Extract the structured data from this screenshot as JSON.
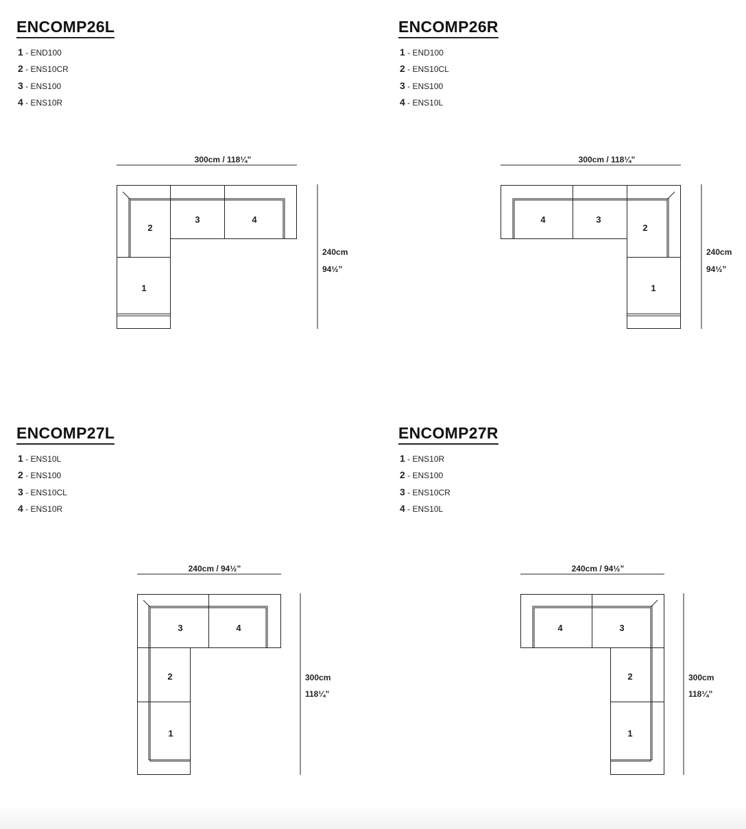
{
  "sections": [
    {
      "code": "ENCOMP26L",
      "items": [
        {
          "num": "1",
          "code": "END100"
        },
        {
          "num": "2",
          "code": "ENS10CR"
        },
        {
          "num": "3",
          "code": "ENS100"
        },
        {
          "num": "4",
          "code": "ENS10R"
        }
      ],
      "width_dim": "300cm / 118¼”",
      "depth_dim_cm": "240cm",
      "depth_dim_in": "94½”",
      "module_labels": [
        "1",
        "2",
        "3",
        "4"
      ]
    },
    {
      "code": "ENCOMP26R",
      "items": [
        {
          "num": "1",
          "code": "END100"
        },
        {
          "num": "2",
          "code": "ENS10CL"
        },
        {
          "num": "3",
          "code": "ENS100"
        },
        {
          "num": "4",
          "code": "ENS10L"
        }
      ],
      "width_dim": "300cm / 118¼”",
      "depth_dim_cm": "240cm",
      "depth_dim_in": "94½”",
      "module_labels": [
        "1",
        "2",
        "3",
        "4"
      ]
    },
    {
      "code": "ENCOMP27L",
      "items": [
        {
          "num": "1",
          "code": "ENS10L"
        },
        {
          "num": "2",
          "code": "ENS100"
        },
        {
          "num": "3",
          "code": "ENS10CL"
        },
        {
          "num": "4",
          "code": "ENS10R"
        }
      ],
      "width_dim": "240cm / 94½”",
      "depth_dim_cm": "300cm",
      "depth_dim_in": "118¼”",
      "module_labels": [
        "1",
        "2",
        "3",
        "4"
      ]
    },
    {
      "code": "ENCOMP27R",
      "items": [
        {
          "num": "1",
          "code": "ENS10R"
        },
        {
          "num": "2",
          "code": "ENS100"
        },
        {
          "num": "3",
          "code": "ENS10CR"
        },
        {
          "num": "4",
          "code": "ENS10L"
        }
      ],
      "width_dim": "240cm / 94½”",
      "depth_dim_cm": "300cm",
      "depth_dim_in": "118¼”",
      "module_labels": [
        "1",
        "2",
        "3",
        "4"
      ]
    }
  ]
}
